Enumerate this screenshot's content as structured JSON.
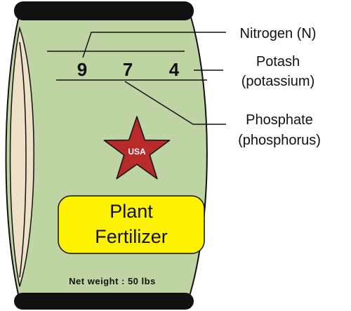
{
  "bag": {
    "npk": {
      "n": "9",
      "p": "7",
      "k": "4"
    },
    "star_text": "USA",
    "label_line1": "Plant",
    "label_line2": "Fertilizer",
    "net_weight": "Net weight : 50 lbs"
  },
  "callouts": {
    "nitrogen": "Nitrogen (N)",
    "potash_line1": "Potash",
    "potash_line2": "(potassium)",
    "phosphate_line1": "Phosphate",
    "phosphate_line2": "(phosphorus)"
  },
  "colors": {
    "bag_green": "#bed5a3",
    "bag_side": "#eee0c6",
    "band": "#111111",
    "star_red": "#b82a2a",
    "label_yellow": "#fdf200",
    "outline": "#111111"
  }
}
